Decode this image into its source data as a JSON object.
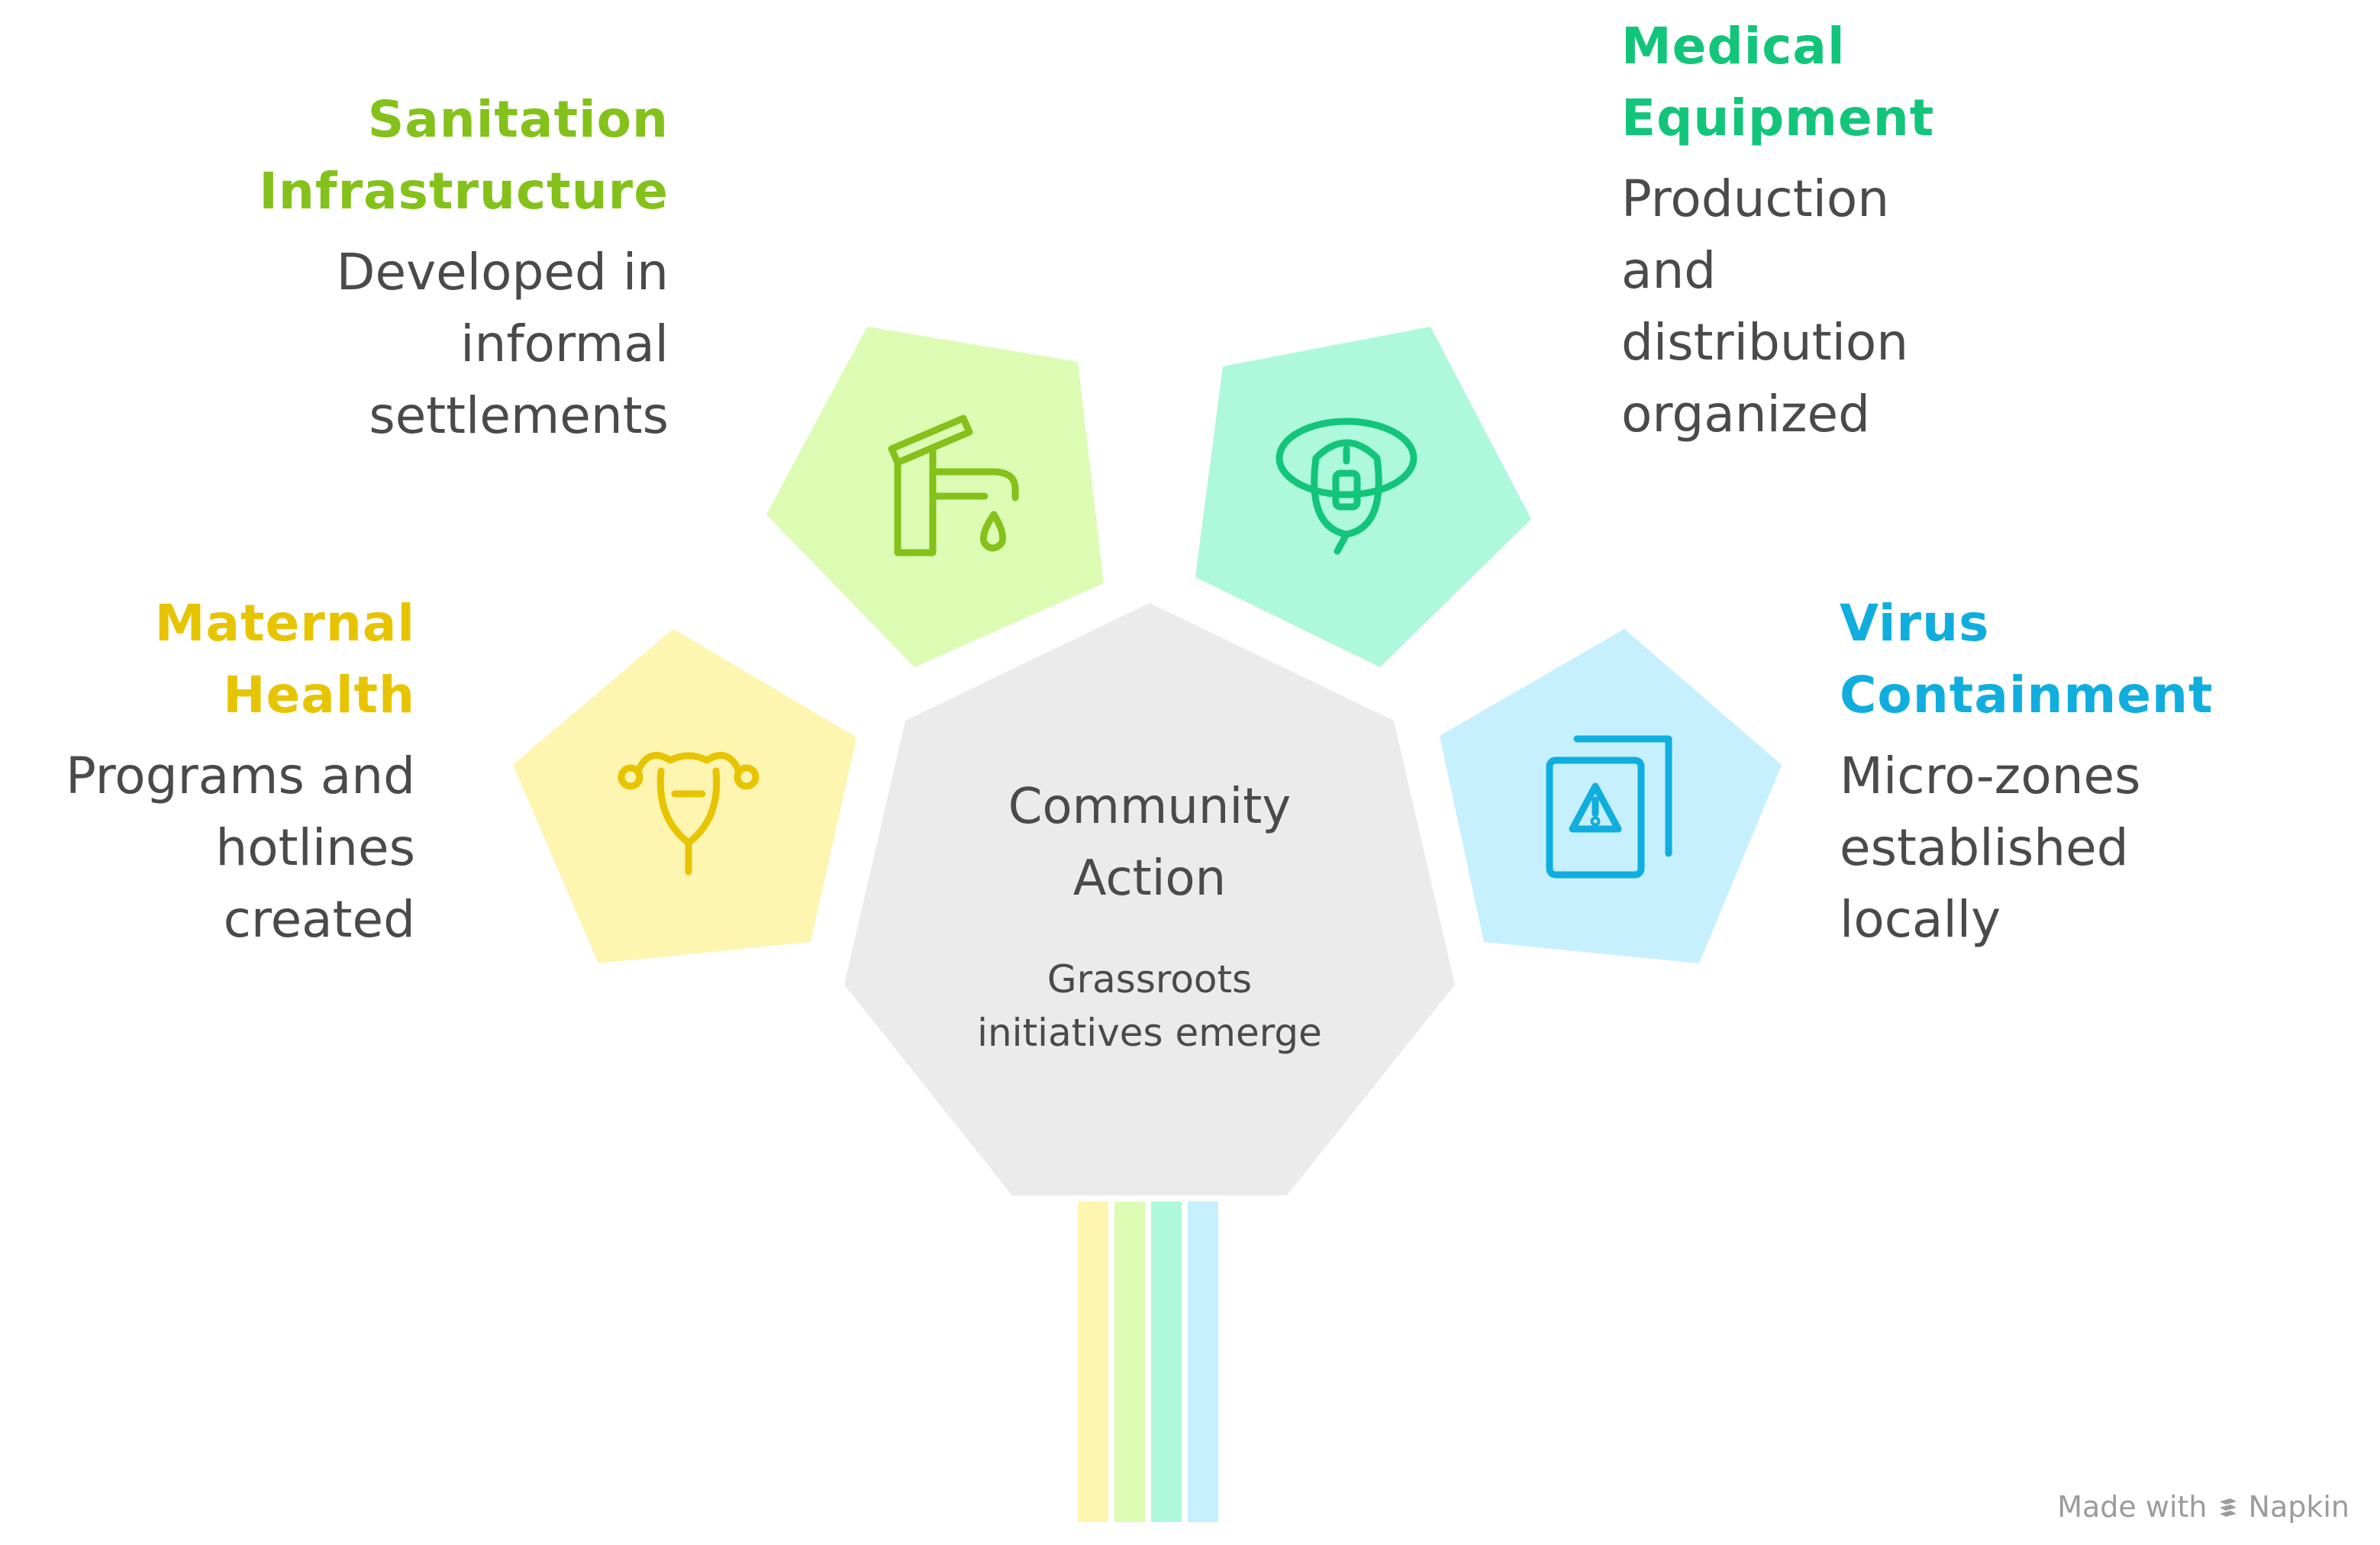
{
  "center": {
    "title_lines": [
      "Community",
      "Action"
    ],
    "desc_lines": [
      "Grassroots",
      "initiatives emerge"
    ],
    "fill": "#ebebeb"
  },
  "nodes": [
    {
      "key": "maternal",
      "title_lines": [
        "Maternal",
        "Health"
      ],
      "desc_lines": [
        "Programs and",
        "hotlines",
        "created"
      ],
      "accent": "#e7c400",
      "fill": "#fdf5b0",
      "icon": "uterus-icon"
    },
    {
      "key": "sanitation",
      "title_lines": [
        "Sanitation",
        "Infrastructure"
      ],
      "desc_lines": [
        "Developed in",
        "informal",
        "settlements"
      ],
      "accent": "#84c11a",
      "fill": "#dcfcb4",
      "icon": "faucet-icon"
    },
    {
      "key": "medical",
      "title_lines": [
        "Medical",
        "Equipment"
      ],
      "desc_lines": [
        "Production",
        "and",
        "distribution",
        "organized"
      ],
      "accent": "#12c57a",
      "fill": "#aef8dc",
      "icon": "oxygen-mask-icon"
    },
    {
      "key": "virus",
      "title_lines": [
        "Virus",
        "Containment"
      ],
      "desc_lines": [
        "Micro-zones",
        "established",
        "locally"
      ],
      "accent": "#10aede",
      "fill": "#c6f0fd",
      "icon": "warning-document-icon"
    }
  ],
  "stem_colors": [
    "#fdf5b0",
    "#dcfcb4",
    "#aef8dc",
    "#c6f0fd"
  ],
  "watermark": {
    "prefix": "Made with",
    "brand": "Napkin"
  }
}
